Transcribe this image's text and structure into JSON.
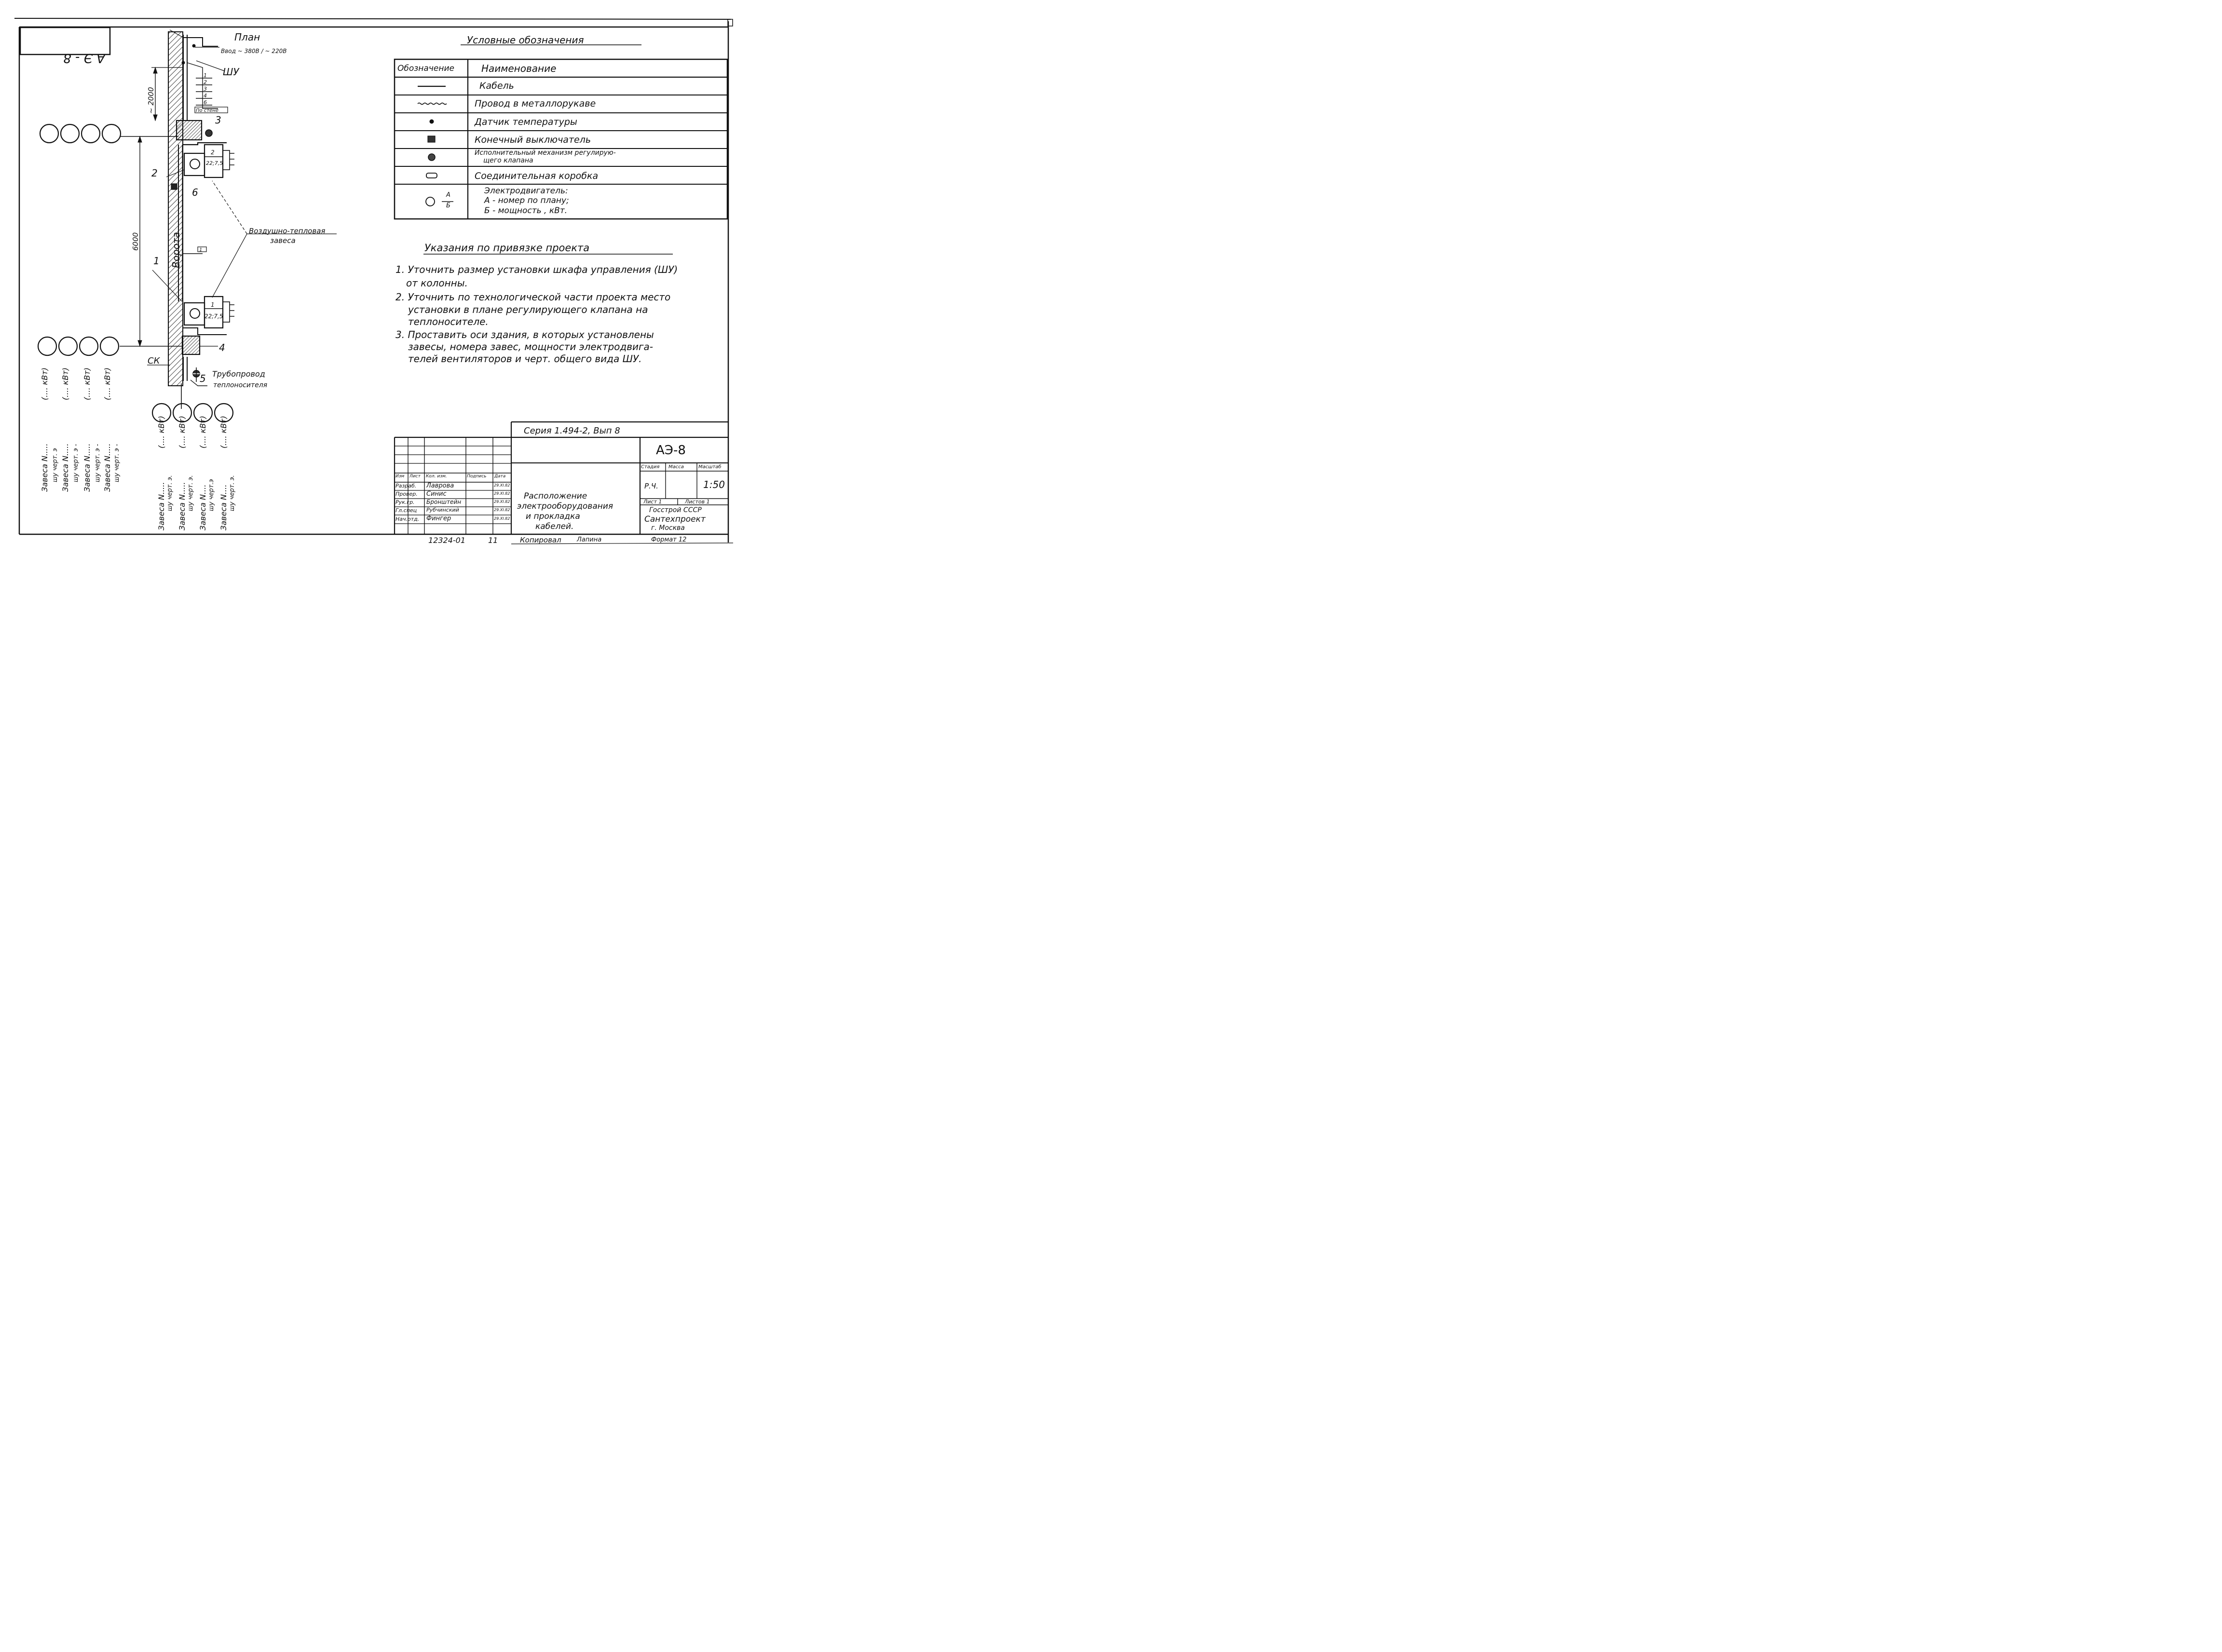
{
  "stamp": "А Э - 8",
  "plan": {
    "title": "План",
    "input_label": "Ввод ~ 380В / ~ 220В",
    "panel": "ШУ",
    "dim_2000": "~ 2000",
    "dim_6000": "6000",
    "tube_numbers": [
      "1",
      "2",
      "3",
      "4",
      "6"
    ],
    "along_wall": "По стене",
    "gate": "Ворота",
    "curtain_label_1": "Воздушно-тепловая",
    "curtain_label_2": "завеса",
    "pipeline_1": "Трубопровод",
    "pipeline_2": "теплоносителя",
    "column_mark": "СК",
    "callouts": [
      "1",
      "2",
      "3",
      "4",
      "5",
      "6"
    ],
    "unit_top": {
      "num": "2",
      "power": "22;7,5"
    },
    "unit_bottom": {
      "num": "1",
      "power": "22;7,5"
    },
    "section_mark": "1"
  },
  "left_motor_labels": [
    [
      "Завеса N.....",
      "шу черт. э",
      "(.... кВт)"
    ],
    [
      "Завеса N.....",
      "шу черт. э -",
      "(.... кВт)"
    ],
    [
      "Завеса N.....",
      "шу черт. э -",
      "(.... кВт)"
    ],
    [
      "Завеса N.....",
      "шу черт. э -",
      "(.... кВт)"
    ]
  ],
  "bottom_motor_labels": [
    [
      "Завеса N.....",
      "шу черт. э.",
      "(.... кВт)"
    ],
    [
      "Завеса N.....",
      "шу черт. э.",
      "(.... кВт)"
    ],
    [
      "Завеса N....",
      "шу черт.э",
      "(.... кВт)"
    ],
    [
      "Завеса N....",
      "шу черт. э.",
      "(.... кВт)"
    ]
  ],
  "legend": {
    "title": "Условные обозначения",
    "col_symbol": "Обозначение",
    "col_name": "Наименование",
    "rows": [
      {
        "symbol": "cable-line",
        "name": "Кабель"
      },
      {
        "symbol": "wavy-line",
        "name": "Провод в металлорукаве"
      },
      {
        "symbol": "small-dot",
        "name": "Датчик температуры"
      },
      {
        "symbol": "filled-square",
        "name": "Конечный выключатель"
      },
      {
        "symbol": "hatched-circle",
        "name": "Исполнительный механизм регулирую-",
        "name2": "щего клапана"
      },
      {
        "symbol": "rounded-rect",
        "name": "Соединительная коробка"
      },
      {
        "symbol": "motor",
        "name": "Электродвигатель:",
        "name2": "А - номер по плану;",
        "name3": "Б - мощность , кВт.",
        "frac_top": "А",
        "frac_bottom": "Б"
      }
    ]
  },
  "instructions": {
    "title": "Указания по привязке проекта",
    "lines": [
      "1. Уточнить размер установки шкафа управления (ШУ)",
      "от колонны.",
      "2. Уточнить по технологической части проекта место",
      "установки в плане регулирующего клапана на",
      "теплоносителе.",
      "3. Проставить оси здания, в которых установлены",
      "завесы, номера завес, мощности электродвига-",
      "телей вентиляторов и черт. общего вида ШУ."
    ]
  },
  "title_block": {
    "series": "Серия 1.494-2, Вып 8",
    "code": "АЭ-8",
    "hdr": [
      "Изм",
      "Лист",
      "Кол. изм.",
      "Подпись",
      "Дата"
    ],
    "people": [
      {
        "role": "Разраб.",
        "name": "Лаврова",
        "date": "29.XI.82"
      },
      {
        "role": "Провер.",
        "name": "Синис",
        "date": "29.XI.82"
      },
      {
        "role": "Рук.гр.",
        "name": "Бронштейн",
        "date": "29.XI.82"
      },
      {
        "role": "Гл.спец",
        "name": "Рубчинский",
        "date": "29.XI.82"
      },
      {
        "role": "Нач.отд.",
        "name": "Фингер",
        "date": "29.XI.82"
      }
    ],
    "stage_h": "Стадия",
    "mass_h": "Масса",
    "scale_h": "Масштаб",
    "stage": "Р.Ч.",
    "scale": "1:50",
    "sheet": "Лист 1",
    "sheets": "Листов 1",
    "name_1": "Расположение",
    "name_2": "электрооборудования",
    "name_3": "и прокладка",
    "name_4": "кабелей.",
    "org_1": "Госстрой СССР",
    "org_2": "Сантехпроект",
    "org_3": "г. Москва",
    "doc_no": "12324-01",
    "doc_sheet": "11",
    "copied": "Копировал",
    "copier": "Лапина",
    "format": "Формат 12"
  }
}
